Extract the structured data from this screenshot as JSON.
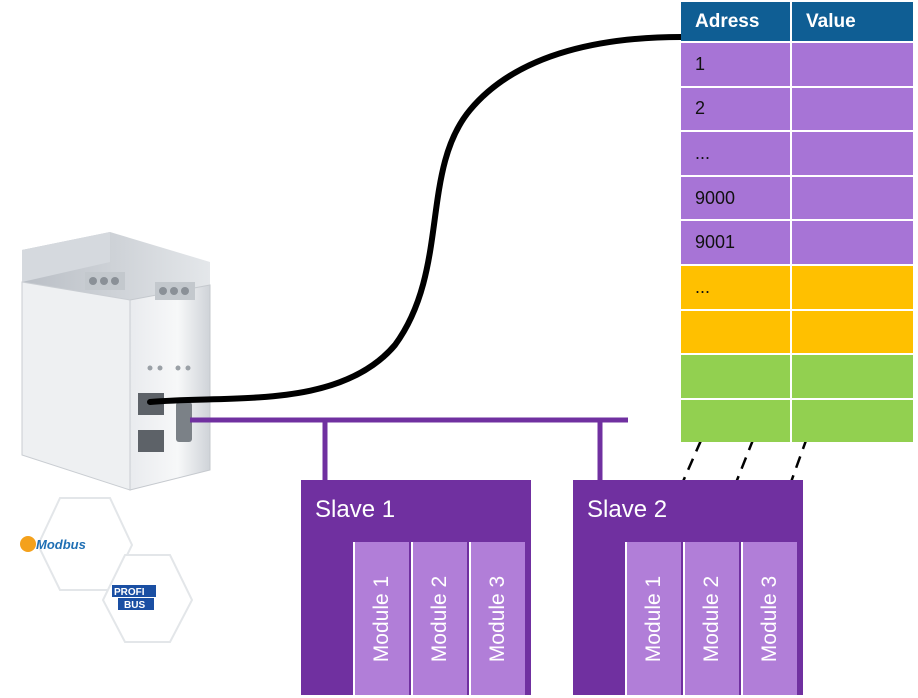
{
  "table": {
    "header": {
      "address": "Adress",
      "value": "Value"
    },
    "rows": [
      {
        "address": "1",
        "color": "#a774d6"
      },
      {
        "address": "2",
        "color": "#a774d6"
      },
      {
        "address": "...",
        "color": "#a774d6"
      },
      {
        "address": "9000",
        "color": "#a774d6"
      },
      {
        "address": "9001",
        "color": "#a774d6"
      },
      {
        "address": "...",
        "color": "#ffc000"
      },
      {
        "address": "",
        "color": "#ffc000"
      },
      {
        "address": "",
        "color": "#92d050"
      },
      {
        "address": "",
        "color": "#92d050"
      }
    ]
  },
  "slaves": [
    {
      "title": "Slave 1",
      "modules": [
        "Module 1",
        "Module 2",
        "Module 3"
      ]
    },
    {
      "title": "Slave 2",
      "modules": [
        "Module 1",
        "Module 2",
        "Module 3"
      ]
    }
  ],
  "logos": {
    "modbus": "Modbus",
    "profibus_top": "PROFI",
    "profibus_bottom": "BUS"
  },
  "colors": {
    "header": "#0f5e94",
    "slave": "#7030a0",
    "module": "#b17ed8",
    "bus": "#7030a0"
  }
}
